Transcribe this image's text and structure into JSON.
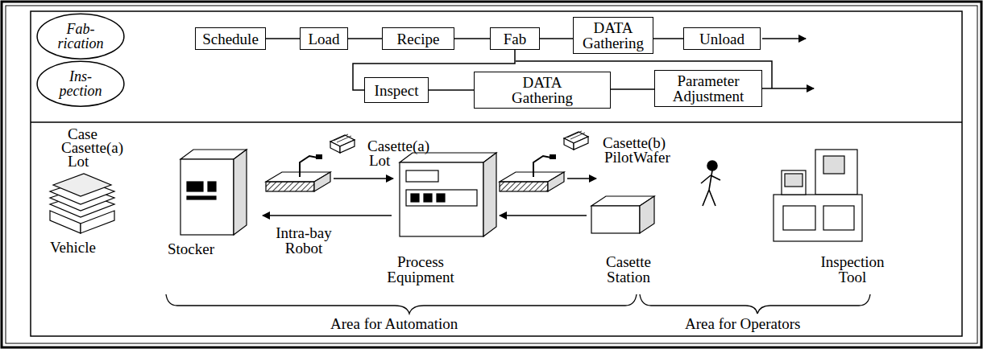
{
  "diagram": {
    "nodes": [
      {
        "text": [
          "Fab- rication"
        ]
      },
      {
        "text": [
          "Schedule"
        ]
      },
      {
        "text": [
          "Load"
        ]
      },
      {
        "text": [
          "Recipe"
        ]
      },
      {
        "text": [
          "Fab"
        ]
      },
      {
        "text": [
          "DATA Gathering"
        ]
      },
      {
        "text": [
          "Unload"
        ]
      },
      {
        "text": [
          "Ins- pection"
        ]
      },
      {
        "text": [
          "Inspect"
        ]
      },
      {
        "text": [
          "DATA Gathering"
        ]
      },
      {
        "text": [
          "Parameter Adjustment"
        ]
      }
    ],
    "edges": [
      {
        "from": 1,
        "to": 2,
        "arrow": "none"
      },
      {
        "from": 2,
        "to": 3,
        "arrow": "none"
      },
      {
        "from": 3,
        "to": 4,
        "arrow": "none"
      },
      {
        "from": 4,
        "to": 5,
        "arrow": "none"
      },
      {
        "from": 5,
        "to": 6,
        "arrow": "none"
      },
      {
        "from": 4,
        "to": 8,
        "arrow": "none"
      },
      {
        "from": 8,
        "to": 9,
        "arrow": "none"
      },
      {
        "from": 9,
        "to": 10,
        "arrow": "none"
      }
    ],
    "labels": [
      "Case",
      "Casette(a)",
      "Lot",
      "Casette(a)",
      "Lot",
      "Casette(b)",
      "PilotWafer",
      "Vehicle",
      "Stocker",
      "Intra-bay Robot",
      "Process Equipment",
      "Casette Station",
      "Inspection Tool",
      "Area for Automation",
      "Area for Operators"
    ]
  }
}
